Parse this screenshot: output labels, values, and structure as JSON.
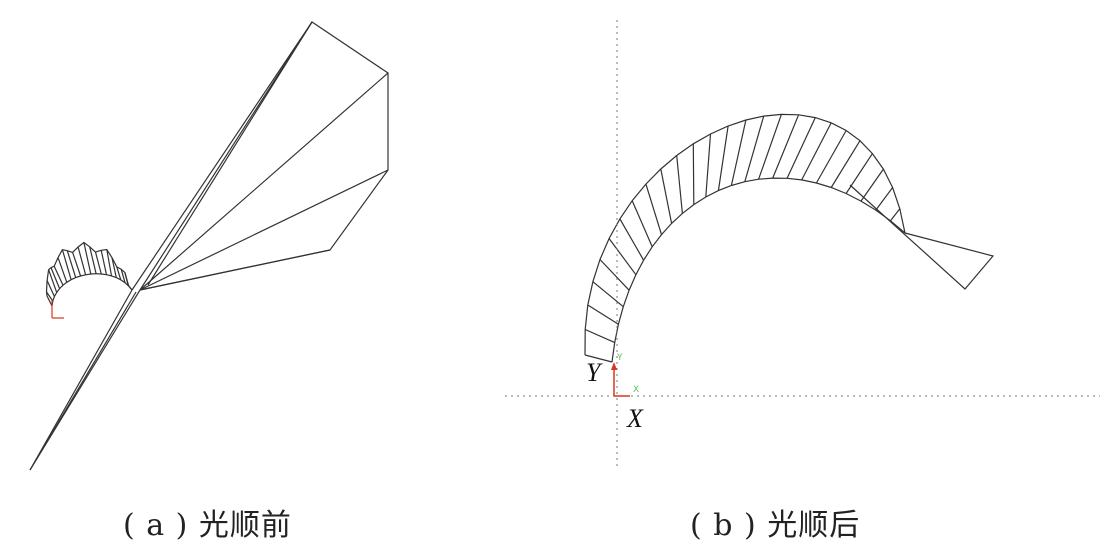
{
  "panels": [
    {
      "id": "a",
      "caption": "( a ) 光顺前"
    },
    {
      "id": "b",
      "caption": "( b ) 光顺后"
    }
  ],
  "axes_b": {
    "y_label": "Y",
    "x_label": "X",
    "small_y": "Y",
    "small_x": "X"
  },
  "colors": {
    "line": "#333333",
    "axis_red": "#d9361b",
    "axis_green": "#52c55a",
    "dotted": "#777777"
  }
}
